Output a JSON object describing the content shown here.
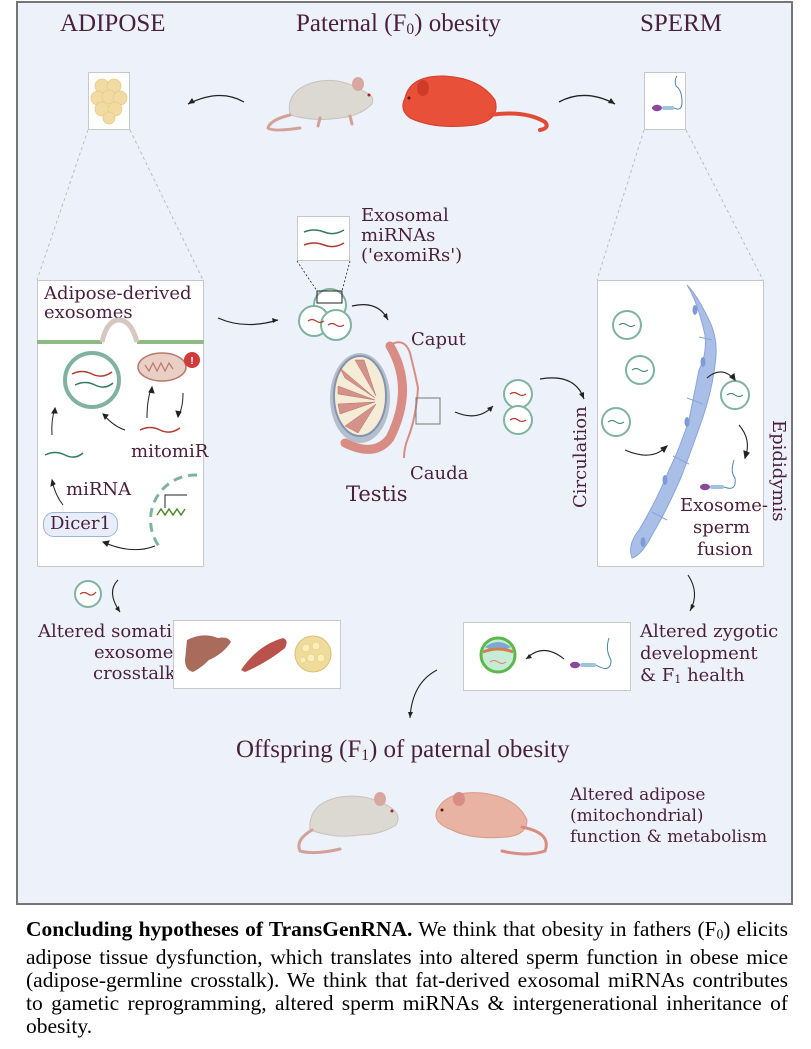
{
  "headers": {
    "adipose": "ADIPOSE",
    "paternal_prefix": "Paternal (F",
    "paternal_sub": "0",
    "paternal_suffix": ") obesity",
    "sperm": "SPERM"
  },
  "left_panel": {
    "title_line1": "Adipose-derived",
    "title_line2": "exosomes",
    "mitomir": "mitomiR",
    "mirna": "miRNA",
    "dicer": "Dicer1"
  },
  "center": {
    "exomirs_line1": "Exosomal",
    "exomirs_line2": "miRNAs",
    "exomirs_line3": "('exomiRs')",
    "caput": "Caput",
    "cauda": "Cauda",
    "testis": "Testis"
  },
  "right_panel": {
    "circulation": "Circulation",
    "epididymis": "Epididymis",
    "fusion_line1": "Exosome-",
    "fusion_line2": "sperm",
    "fusion_line3": "fusion"
  },
  "somatic": {
    "line1": "Altered somatic",
    "line2": "exosome",
    "line3": "crosstalk"
  },
  "zygotic": {
    "line1": "Altered zygotic",
    "line2": "development",
    "line3_prefix": "& F",
    "line3_sub": "1",
    "line3_suffix": " health"
  },
  "offspring": {
    "title_prefix": "Offspring (F",
    "title_sub": "1",
    "title_suffix": ") of paternal obesity",
    "note_line1": "Altered adipose",
    "note_line2": "(mitochondrial)",
    "note_line3": "function & metabolism"
  },
  "caption": {
    "bold": "Concluding hypotheses of TransGenRNA.",
    "text_part1": " We think that obesity in fathers (F",
    "text_sub": "0",
    "text_part2": ") elicits adipose tissue dysfunction, which translates into altered sperm function in obese mice (adipose-germline crosstalk). We think that fat-derived exosomal miRNAs contributes to gametic reprogramming, altered sperm miRNAs & intergenerational inheritance of obesity."
  },
  "colors": {
    "background": "#edf2fa",
    "frame_border": "#757575",
    "text": "#4a1f3d",
    "exosome": "#6aa891",
    "mirna_green": "#2f7d5f",
    "mirna_red": "#b03a2e",
    "obese_mouse": "#e8503a",
    "lean_mouse": "#dcd8d2",
    "f1_mouse": "#e8b3a3",
    "epithelium": "#a9bfe8"
  }
}
